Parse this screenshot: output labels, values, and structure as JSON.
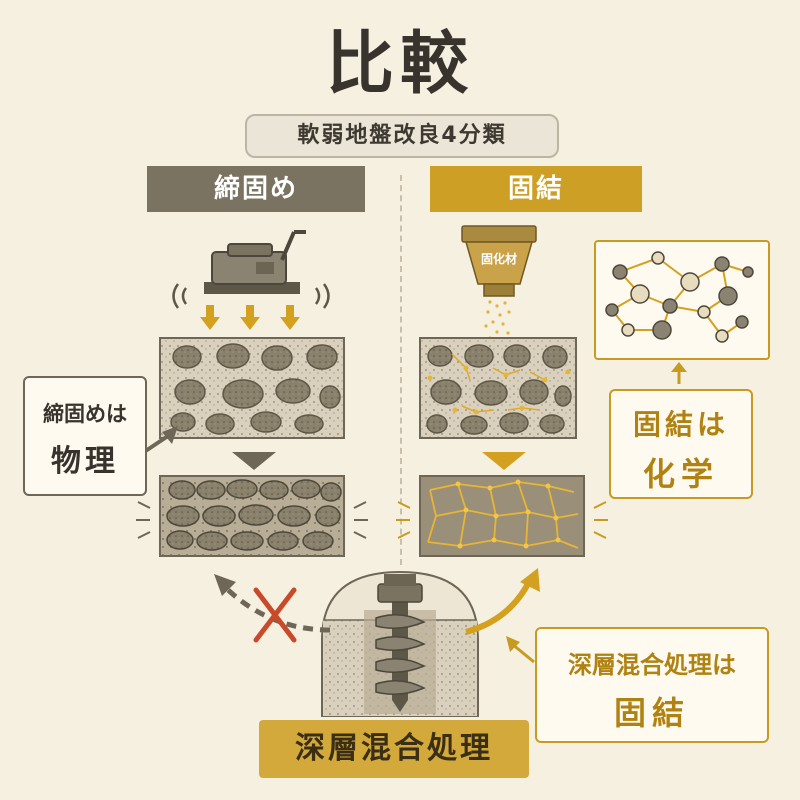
{
  "title": "比較",
  "subtitle": "軟弱地盤改良4分類",
  "left": {
    "header": "締固め",
    "callout_line1": "締固めは",
    "callout_line2": "物理"
  },
  "right": {
    "header": "固結",
    "hopper_label": "固化材",
    "callout_line1": "固結は",
    "callout_line2": "化学"
  },
  "bottom": {
    "label": "深層混合処理",
    "callout_line1": "深層混合処理は",
    "callout_line2": "固結"
  },
  "colors": {
    "background": "#f6f0e1",
    "left_accent": "#7b7362",
    "right_accent": "#cd9f25",
    "dark_text": "#38332c",
    "gold_text": "#b08211"
  },
  "icons": [
    "plate-compactor-icon",
    "hopper-icon",
    "molecule-network-icon",
    "auger-icon",
    "x-mark-icon",
    "arrow-icon"
  ]
}
